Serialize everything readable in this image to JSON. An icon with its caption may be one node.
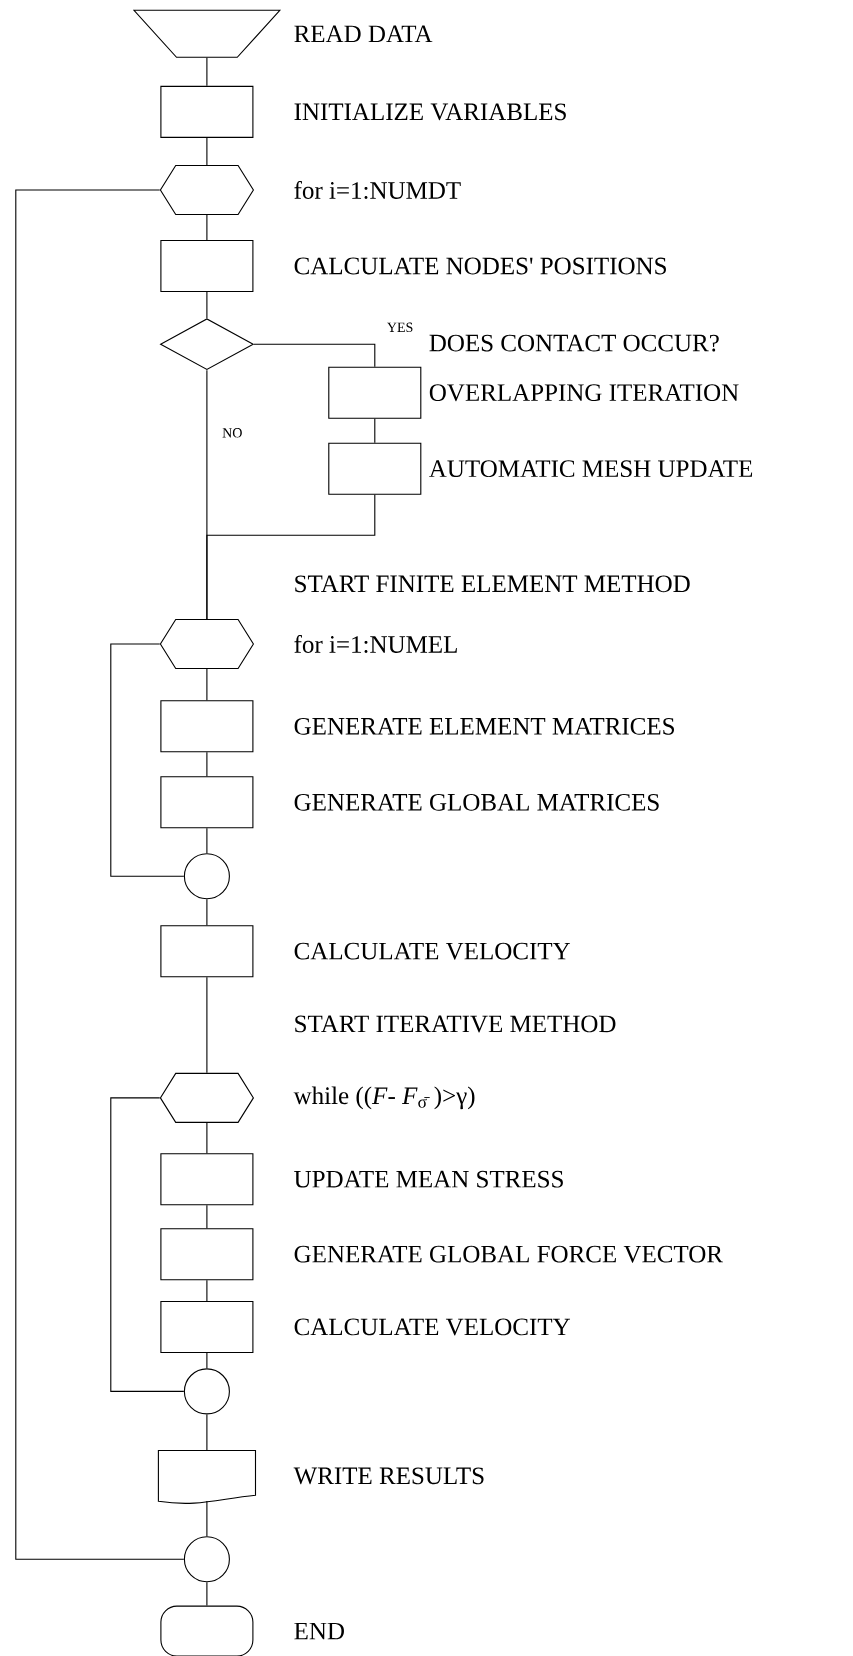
{
  "diagram": {
    "nodes": [
      {
        "text": [],
        "shape": "trapezoid",
        "beside": [
          "READ DATA"
        ]
      },
      {
        "text": [],
        "shape": "box",
        "beside": [
          "INITIALIZE VARIABLES"
        ]
      },
      {
        "text": [],
        "shape": "hexagon",
        "beside": [
          "for i=1:NUMDT"
        ]
      },
      {
        "text": [],
        "shape": "box",
        "beside": [
          "CALCULATE NODES' POSITIONS"
        ]
      },
      {
        "text": [],
        "shape": "diamond"
      },
      {
        "text": [],
        "shape": "box",
        "beside": [
          "OVERLAPPING ITERATION"
        ]
      },
      {
        "text": [],
        "shape": "box",
        "beside": [
          "AUTOMATIC MESH UPDATE"
        ]
      },
      {
        "text": [],
        "shape": "hexagon",
        "beside": [
          "for i=1:NUMEL"
        ]
      },
      {
        "text": [],
        "shape": "box",
        "beside": [
          "GENERATE ELEMENT MATRICES"
        ]
      },
      {
        "text": [],
        "shape": "box",
        "beside": [
          "GENERATE GLOBAL MATRICES"
        ]
      },
      {
        "text": [],
        "shape": "circle"
      },
      {
        "text": [],
        "shape": "box",
        "beside": [
          "CALCULATE VELOCITY"
        ]
      },
      {
        "text": [],
        "shape": "hexagon",
        "beside": [
          "while ((*F*- *F*$_{σ̄}$ )>γ)"
        ]
      },
      {
        "text": [],
        "shape": "box",
        "beside": [
          "UPDATE MEAN STRESS"
        ]
      },
      {
        "text": [],
        "shape": "box",
        "beside": [
          "GENERATE GLOBAL FORCE VECTOR"
        ]
      },
      {
        "text": [],
        "shape": "box",
        "beside": [
          "CALCULATE VELOCITY"
        ]
      },
      {
        "text": [],
        "shape": "circle"
      },
      {
        "text": [],
        "shape": "document",
        "beside": [
          "WRITE RESULTS"
        ]
      },
      {
        "text": [],
        "shape": "circle"
      },
      {
        "text": [],
        "shape": "terminal",
        "beside": [
          "END"
        ]
      }
    ],
    "edges": [
      {
        "from": 0,
        "to": 1,
        "arrow": "none"
      },
      {
        "from": 1,
        "to": 2,
        "arrow": "none"
      },
      {
        "from": 2,
        "to": 3,
        "arrow": "none"
      },
      {
        "from": 3,
        "to": 4,
        "arrow": "none"
      },
      {
        "from": 4,
        "to": 5,
        "arrow": "none",
        "label": "YES"
      },
      {
        "from": 5,
        "to": 6,
        "arrow": "none"
      },
      {
        "from": 4,
        "to": 7,
        "arrow": "none",
        "label": "NO"
      },
      {
        "from": 6,
        "to": 7,
        "arrow": "none"
      },
      {
        "from": 7,
        "to": 8,
        "arrow": "none"
      },
      {
        "from": 8,
        "to": 9,
        "arrow": "none"
      },
      {
        "from": 9,
        "to": 10,
        "arrow": "none"
      },
      {
        "from": 10,
        "to": 7,
        "arrow": "none"
      },
      {
        "from": 10,
        "to": 11,
        "arrow": "none"
      },
      {
        "from": 11,
        "to": 12,
        "arrow": "none"
      },
      {
        "from": 12,
        "to": 13,
        "arrow": "none"
      },
      {
        "from": 13,
        "to": 14,
        "arrow": "none"
      },
      {
        "from": 14,
        "to": 15,
        "arrow": "none"
      },
      {
        "from": 15,
        "to": 16,
        "arrow": "none"
      },
      {
        "from": 16,
        "to": 12,
        "arrow": "none"
      },
      {
        "from": 16,
        "to": 17,
        "arrow": "none"
      },
      {
        "from": 17,
        "to": 18,
        "arrow": "none"
      },
      {
        "from": 18,
        "to": 2,
        "arrow": "none"
      },
      {
        "from": 18,
        "to": 19,
        "arrow": "none"
      }
    ],
    "labels": [
      "DOES CONTACT OCCUR?",
      "START FINITE ELEMENT METHOD",
      "START ITERATIVE METHOD"
    ]
  }
}
